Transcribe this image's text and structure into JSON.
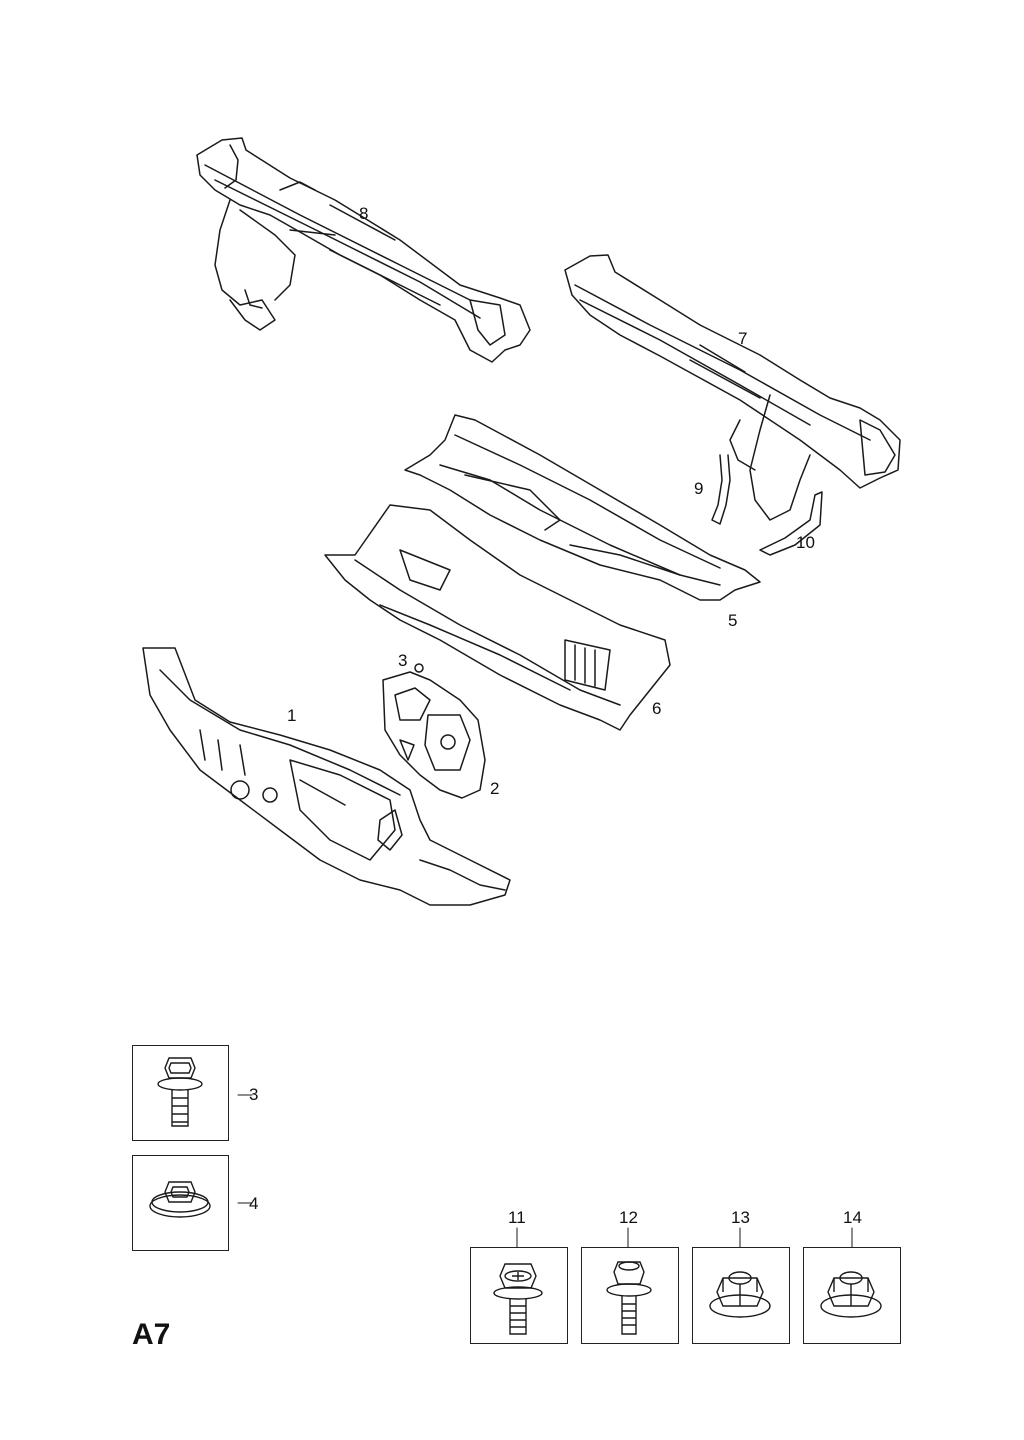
{
  "page_code": "A7",
  "callouts": [
    "1",
    "2",
    "3",
    "4",
    "5",
    "6",
    "7",
    "8",
    "9",
    "10",
    "11",
    "12",
    "13",
    "14"
  ],
  "parts": [
    {
      "number": "1",
      "icon": "dash-panel-icon"
    },
    {
      "number": "2",
      "icon": "panel-plate-icon"
    },
    {
      "number": "3",
      "icon": "flange-bolt-icon"
    },
    {
      "number": "4",
      "icon": "washer-nut-icon"
    },
    {
      "number": "5",
      "icon": "cowl-frame-icon"
    },
    {
      "number": "6",
      "icon": "cowl-panel-icon"
    },
    {
      "number": "7",
      "icon": "cross-beam-rh-icon"
    },
    {
      "number": "8",
      "icon": "cross-beam-lh-icon"
    },
    {
      "number": "9",
      "icon": "wire-bracket-icon"
    },
    {
      "number": "10",
      "icon": "strap-bracket-icon"
    },
    {
      "number": "11",
      "icon": "phillips-flange-bolt-icon"
    },
    {
      "number": "12",
      "icon": "hex-flange-bolt-icon"
    },
    {
      "number": "13",
      "icon": "flange-nut-icon"
    },
    {
      "number": "14",
      "icon": "flange-nut-icon"
    }
  ],
  "colors": {
    "line": "#1a1a1a",
    "background": "#ffffff"
  }
}
